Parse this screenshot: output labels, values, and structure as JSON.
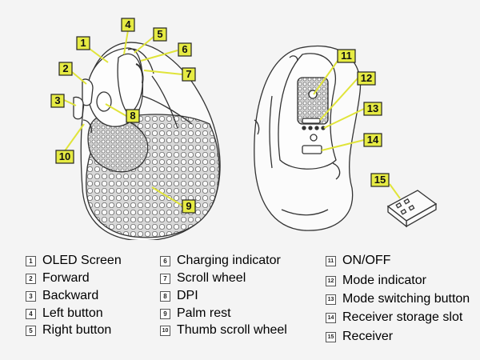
{
  "callouts": [
    "1",
    "2",
    "3",
    "4",
    "5",
    "6",
    "7",
    "8",
    "9",
    "10",
    "11",
    "12",
    "13",
    "14",
    "15"
  ],
  "legend": [
    {
      "num": "1",
      "label": "OLED Screen"
    },
    {
      "num": "2",
      "label": "Forward"
    },
    {
      "num": "3",
      "label": "Backward"
    },
    {
      "num": "4",
      "label": "Left button"
    },
    {
      "num": "5",
      "label": "Right button"
    },
    {
      "num": "6",
      "label": "Charging indicator"
    },
    {
      "num": "7",
      "label": "Scroll wheel"
    },
    {
      "num": "8",
      "label": "DPI"
    },
    {
      "num": "9",
      "label": "Palm rest"
    },
    {
      "num": "10",
      "label": "Thumb scroll wheel"
    },
    {
      "num": "11",
      "label": "ON/OFF"
    },
    {
      "num": "12",
      "label": "Mode indicator"
    },
    {
      "num": "13",
      "label": "Mode switching button"
    },
    {
      "num": "14",
      "label": "Receiver storage slot"
    },
    {
      "num": "15",
      "label": "Receiver"
    }
  ],
  "colors": {
    "callout_fill": "#e6eb43",
    "leader": "#e0e43a",
    "outline": "#333333"
  }
}
